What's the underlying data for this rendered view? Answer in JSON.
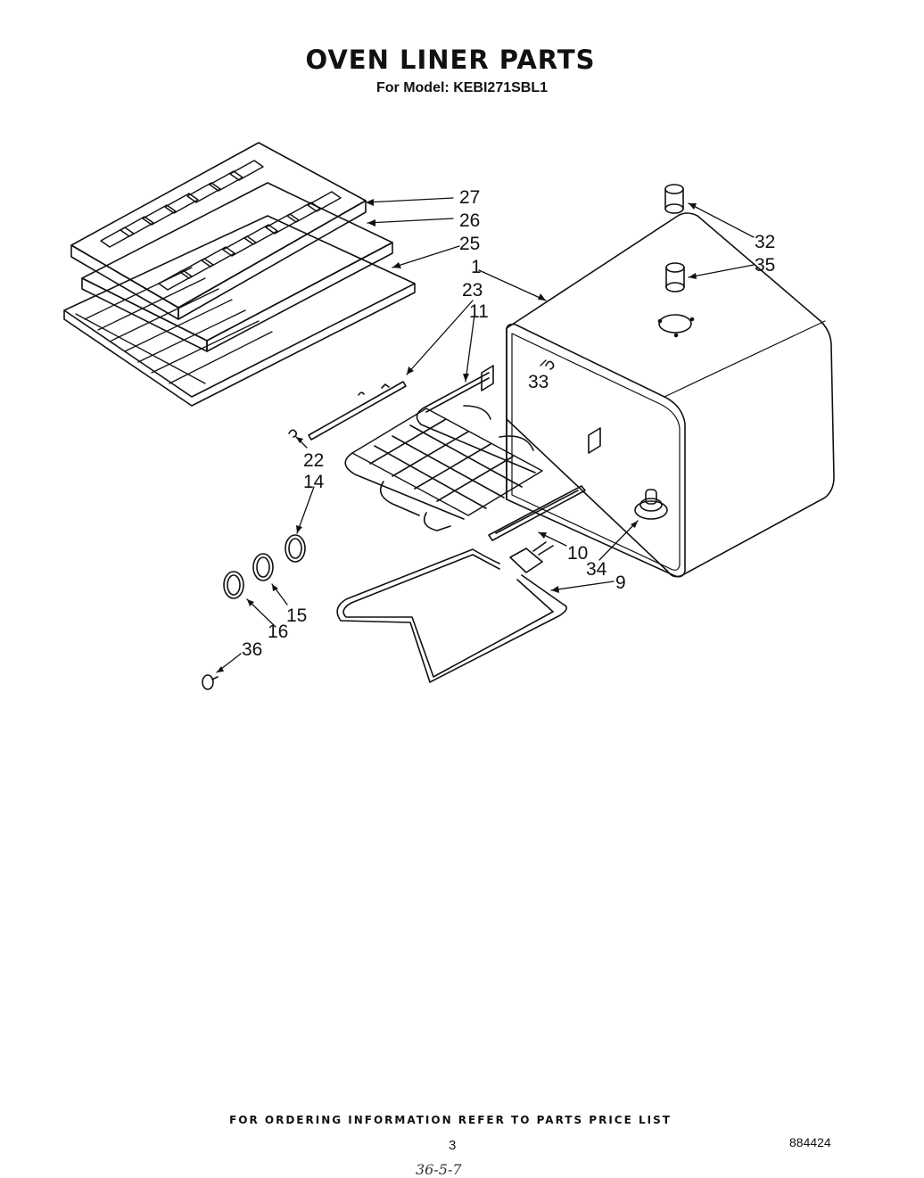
{
  "title": "OVEN LINER PARTS",
  "subtitle": "For Model: KEBI271SBL1",
  "callouts": {
    "p27": "27",
    "p26": "26",
    "p25": "25",
    "p1": "1",
    "p23": "23",
    "p11": "11",
    "p32": "32",
    "p35": "35",
    "p33": "33",
    "p22": "22",
    "p14": "14",
    "p10": "10",
    "p34": "34",
    "p9": "9",
    "p15": "15",
    "p16": "16",
    "p36": "36"
  },
  "footer": "FOR ORDERING INFORMATION REFER TO PARTS PRICE LIST",
  "page_number": "3",
  "document_number": "884424",
  "handwritten_mark": "36-5-7"
}
